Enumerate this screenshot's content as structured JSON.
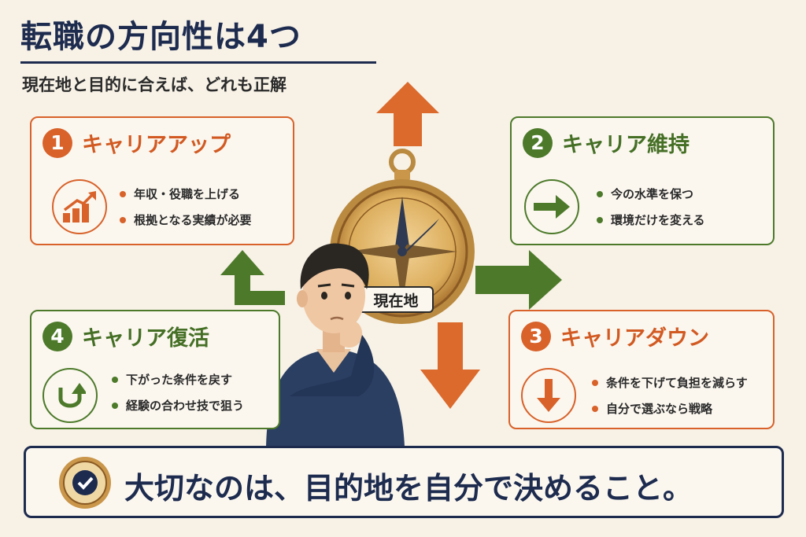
{
  "title": "転職の方向性は4つ",
  "subtitle": "現在地と目的に合えば、どれも正解",
  "center_label": "現在地",
  "cards": [
    {
      "number": "1",
      "title": "キャリアアップ",
      "icon": "rising-bar-chart-icon",
      "color": "#d8622a",
      "bullets": [
        "年収・役職を上げる",
        "根拠となる実績が必要"
      ]
    },
    {
      "number": "2",
      "title": "キャリア維持",
      "icon": "right-arrow-icon",
      "color": "#4d7a2a",
      "bullets": [
        "今の水準を保つ",
        "環境だけを変える"
      ]
    },
    {
      "number": "3",
      "title": "キャリアダウン",
      "icon": "down-arrow-icon",
      "color": "#d8622a",
      "bullets": [
        "条件を下げて負担を減らす",
        "自分で選ぶなら戦略"
      ]
    },
    {
      "number": "4",
      "title": "キャリア復活",
      "icon": "u-turn-arrow-icon",
      "color": "#4d7a2a",
      "bullets": [
        "下がった条件を戻す",
        "経験の合わせ技で狙う"
      ]
    }
  ],
  "banner": {
    "text": "大切なのは、目的地を自分で決めること。",
    "icon": "compass-check-icon"
  },
  "colors": {
    "navy": "#1d2b4f",
    "orange": "#d8622a",
    "green": "#4d7a2a",
    "background": "#f7f1e6"
  }
}
